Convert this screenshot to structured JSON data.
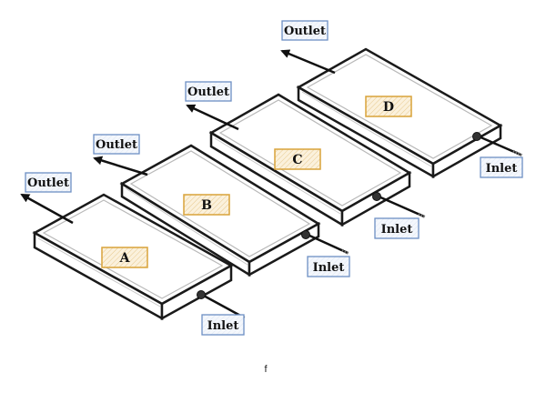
{
  "diagram": {
    "units": [
      {
        "letter": "A",
        "outlet": "Outlet",
        "inlet": "Inlet"
      },
      {
        "letter": "B",
        "outlet": "Outlet",
        "inlet": "Inlet"
      },
      {
        "letter": "C",
        "outlet": "Outlet",
        "inlet": "Inlet"
      },
      {
        "letter": "D",
        "outlet": "Outlet",
        "inlet": "Inlet"
      }
    ],
    "footer_mark": "f",
    "colors": {
      "outlet_border": "#6d8fc4",
      "outlet_fill": "#eef3fb",
      "tag_border": "#d9a33a",
      "tag_fill": "#fbf1dc",
      "box_stroke": "#1a1a1a",
      "box_fill": "#ffffff",
      "inner_line": "#b5b5b5"
    },
    "icons": [
      "arrow-icon",
      "pipe-icon"
    ]
  }
}
